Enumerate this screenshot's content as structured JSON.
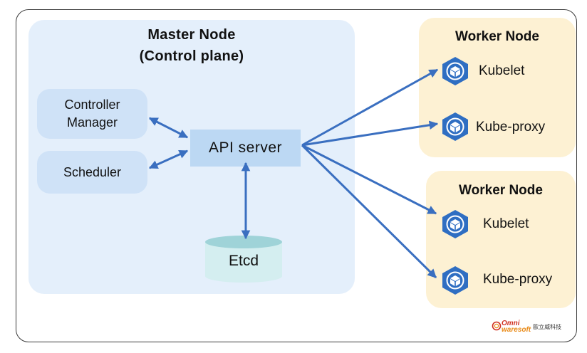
{
  "master": {
    "title_line1": "Master  Node",
    "title_line2": "(Control plane)",
    "controller_line1": "Controller",
    "controller_line2": "Manager",
    "scheduler": "Scheduler",
    "api_server": "API  server",
    "etcd": "Etcd"
  },
  "workers": [
    {
      "title": "Worker  Node",
      "kubelet": "Kubelet",
      "kube_proxy": "Kube-proxy"
    },
    {
      "title": "Worker  Node",
      "kubelet": "Kubelet",
      "kube_proxy": "Kube-proxy"
    }
  ],
  "logo": {
    "word_top": "Omni",
    "word_bottom": "waresoft",
    "chinese": "歐立威科技"
  },
  "colors": {
    "arrow": "#3a6fc0",
    "master_bg": "#e4effb",
    "worker_bg": "#fdf1d3",
    "icon_fill": "#2f6ec2"
  },
  "icons": [
    "hexagon-cube-icon"
  ]
}
